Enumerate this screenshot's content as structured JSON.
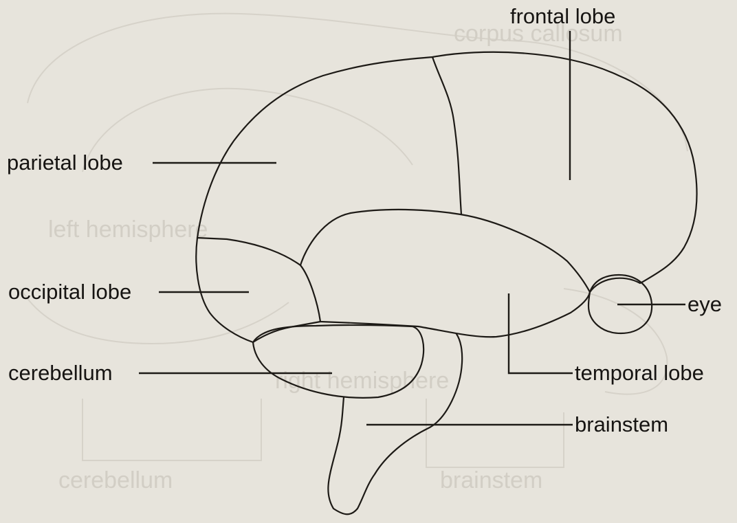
{
  "labels": {
    "frontal": "frontal lobe",
    "parietal": "parietal lobe",
    "occipital": "occipital lobe",
    "cerebellum": "cerebellum",
    "temporal": "temporal lobe",
    "brainstem": "brainstem",
    "eye": "eye"
  },
  "ghost_labels": {
    "corpus": "corpus callosum",
    "left_hemisphere": "left hemisphere",
    "right_hemisphere": "right hemisphere",
    "cerebellum": "cerebellum",
    "brainstem": "brainstem"
  }
}
